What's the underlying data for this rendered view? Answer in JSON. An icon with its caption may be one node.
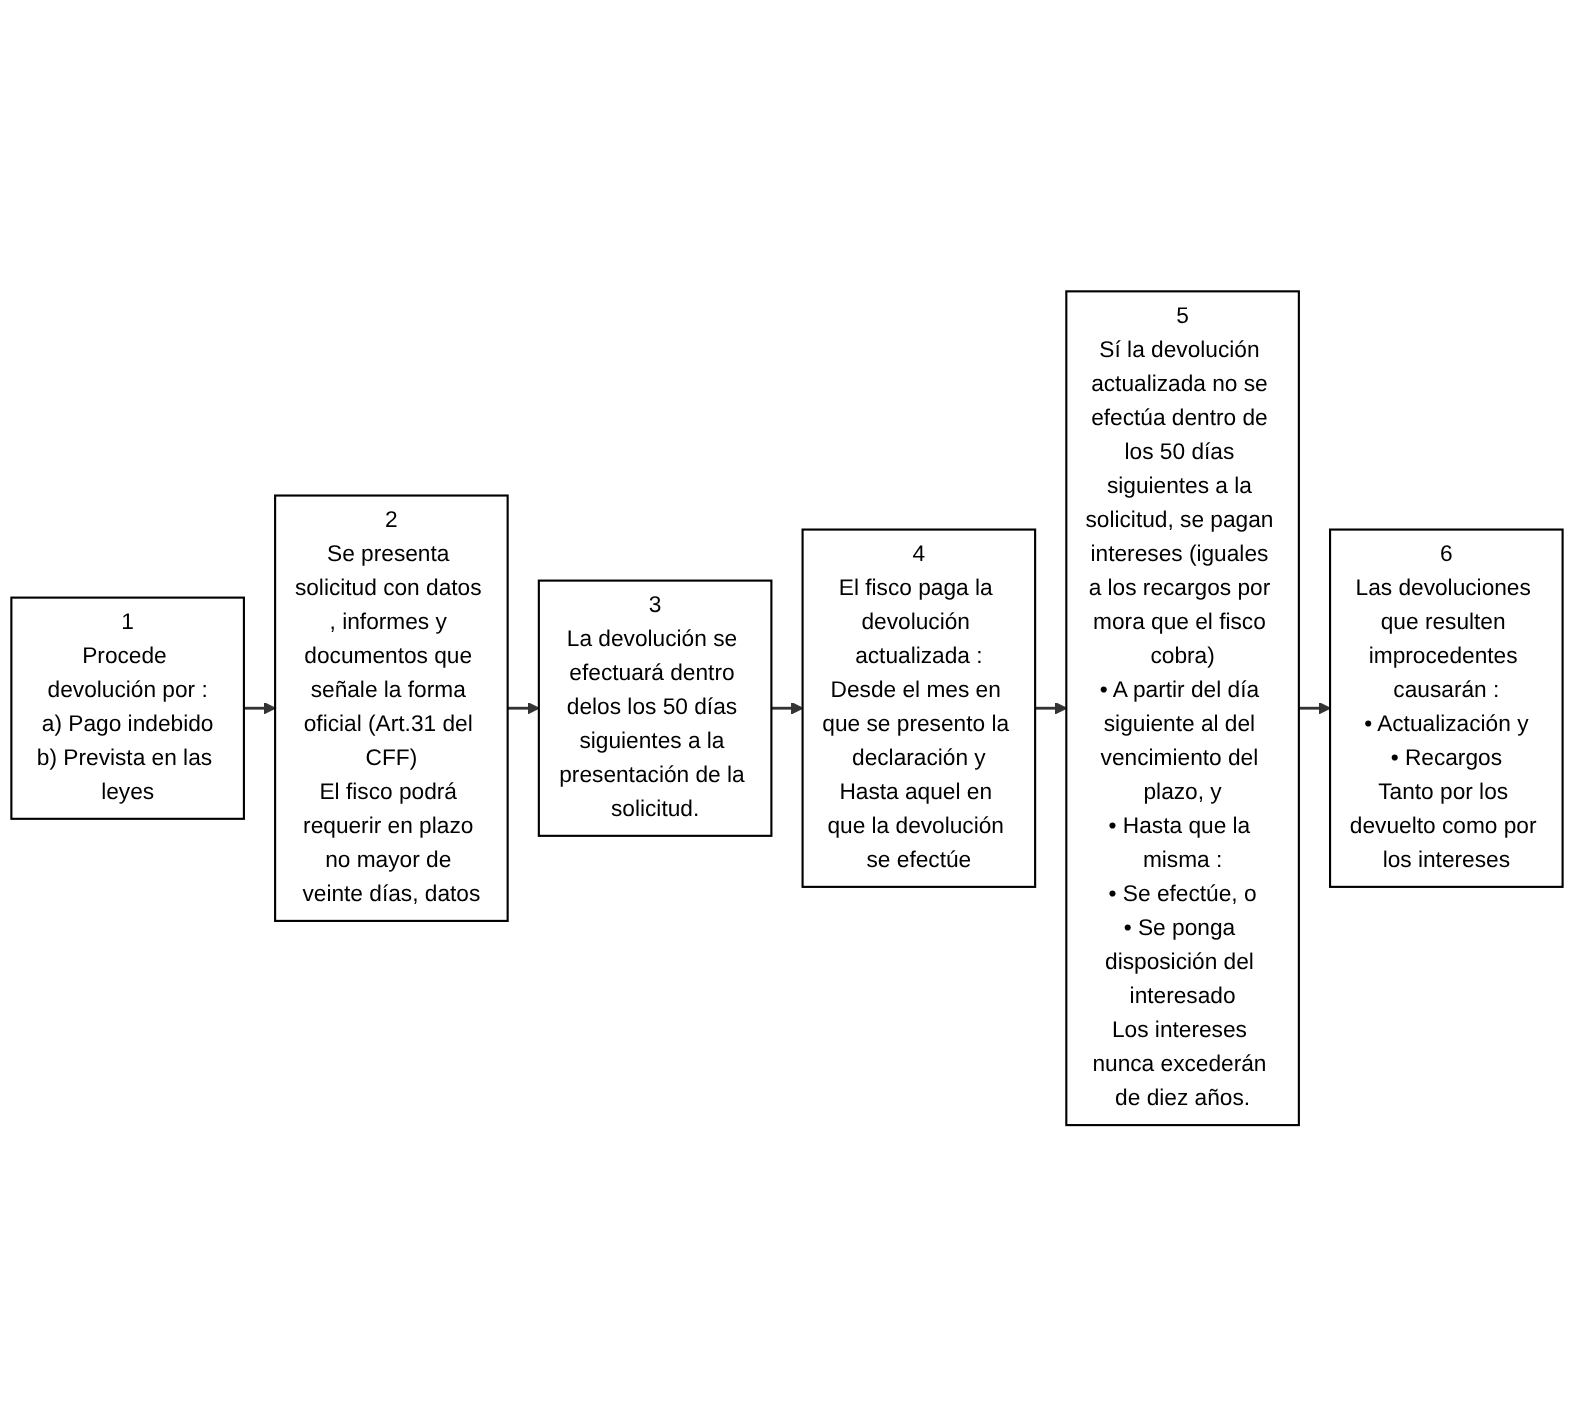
{
  "diagram": {
    "nodes": [
      {
        "text": [
          "1",
          "Procede devolución por :",
          "a) Pago indebido",
          "b) Prevista en las leyes"
        ]
      },
      {
        "text": [
          "2",
          "Se presenta solicitud con datos , informes y documentos que señale la forma oficial (Art.31 del CFF)",
          "El fisco podrá requerir en plazo no mayor de veinte días, datos"
        ]
      },
      {
        "text": [
          "3",
          "La devolución se efectuará dentro delos los 50 días siguientes a la presentación de la solicitud."
        ]
      },
      {
        "text": [
          "4",
          "El fisco paga la devolución actualizada :",
          "Desde el mes en que se presento la declaración y",
          "Hasta aquel en que la devolución se efectúe"
        ]
      },
      {
        "text": [
          "5",
          "Sí la devolución actualizada no se efectúa dentro de los 50 días siguientes a la solicitud, se pagan intereses (iguales a los recargos por mora que el fisco cobra)",
          "• A partir del día siguiente al del vencimiento del plazo, y",
          "• Hasta que la misma :",
          "• Se efectúe, o",
          "• Se ponga disposición del interesado",
          "Los intereses nunca excederán de diez años."
        ]
      },
      {
        "text": [
          "6",
          "Las devoluciones que resulten improcedentes causarán :",
          "• Actualización y",
          "• Recargos",
          "Tanto por los devuelto como por los intereses"
        ]
      }
    ],
    "edges": [
      {
        "from": 0,
        "to": 1,
        "arrow": "to"
      },
      {
        "from": 1,
        "to": 2,
        "arrow": "to"
      },
      {
        "from": 2,
        "to": 3,
        "arrow": "to"
      },
      {
        "from": 3,
        "to": 4,
        "arrow": "to"
      },
      {
        "from": 4,
        "to": 5,
        "arrow": "to"
      }
    ]
  }
}
